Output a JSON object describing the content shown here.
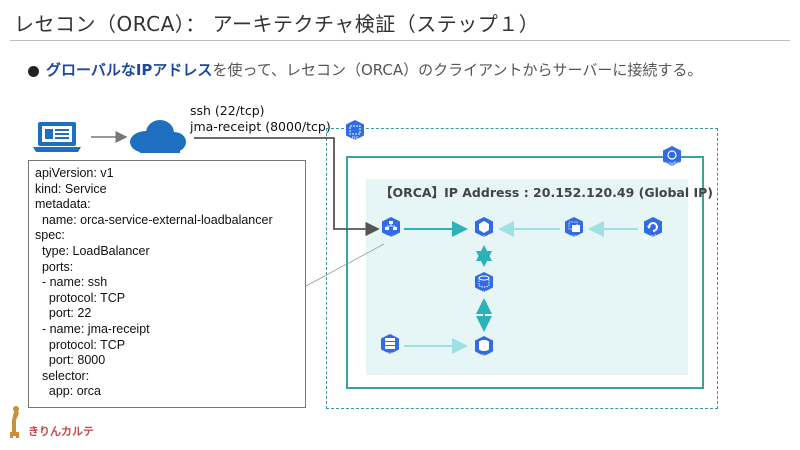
{
  "title": "レセコン（ORCA）： アーキテクチャ検証（ステップ１）",
  "bullet": {
    "emphasis": "グローバルなIPアドレス",
    "rest": "を使って、レセコン（ORCA）のクライアントからサーバーに接続する。"
  },
  "connection": {
    "line1": "ssh (22/tcp)",
    "line2": "jma-receipt (8000/tcp)"
  },
  "yaml": [
    "apiVersion: v1",
    "kind: Service",
    "metadata:",
    "  name: orca-service-external-loadbalancer",
    "spec:",
    "  type: LoadBalancer",
    "  ports:",
    "  - name: ssh",
    "    protocol: TCP",
    "    port: 22",
    "  - name: jma-receipt",
    "    protocol: TCP",
    "    port: 8000",
    "  selector:",
    "    app: orca"
  ],
  "ip_label": "【ORCA】IP Address : 20.152.120.49 (Global IP)",
  "k8s_icons": {
    "ns": "ns",
    "node": "node",
    "svc": "svc",
    "pod": "pod",
    "rs": "rs",
    "deploy": "deploy",
    "pvc": "pvc",
    "sc": "sc",
    "pv": "pv"
  },
  "logo": "きりんカルテ",
  "colors": {
    "k8s_blue": "#326ce5",
    "teal": "#3aa39a",
    "arrow_teal": "#2bb3b8",
    "title_blue": "#1a4a9c"
  }
}
